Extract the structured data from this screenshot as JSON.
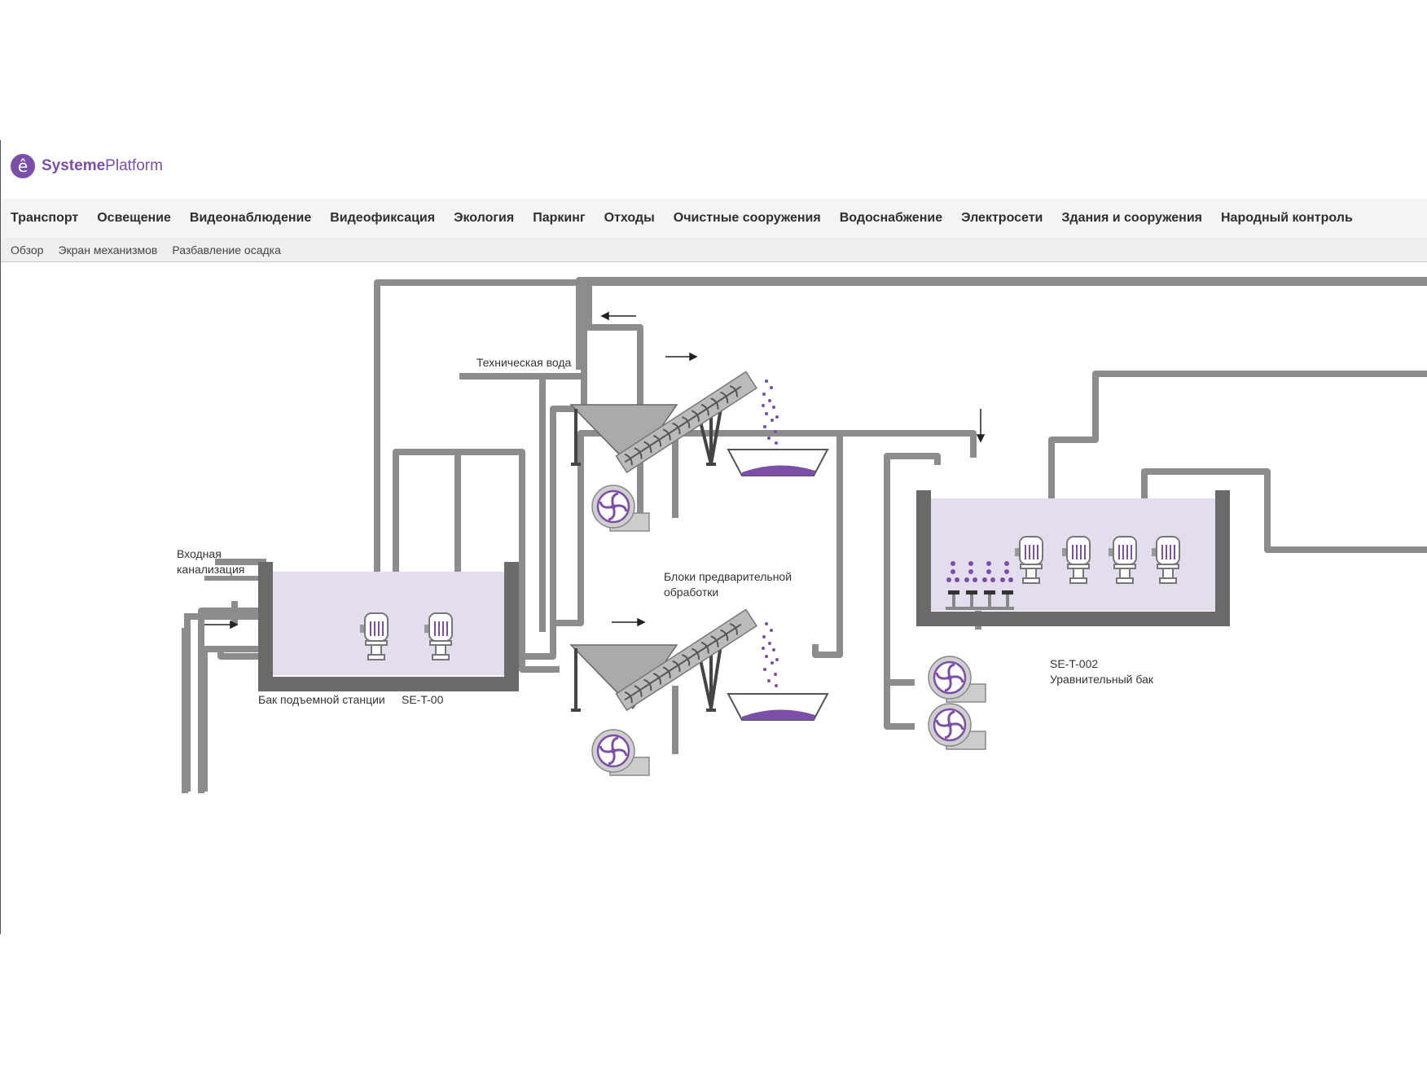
{
  "brand": {
    "logo_part1": "Systeme",
    "logo_part2": "Platform"
  },
  "nav_main": [
    "Транспорт",
    "Освещение",
    "Видеонаблюдение",
    "Видеофиксация",
    "Экология",
    "Паркинг",
    "Отходы",
    "Очистные сооружения",
    "Водоснабжение",
    "Электросети",
    "Здания и сооружения",
    "Народный контроль"
  ],
  "nav_sub": [
    "Обзор",
    "Экран механизмов",
    "Разбавление осадка"
  ],
  "scheme": {
    "inlet_label_line1": "Входная",
    "inlet_label_line2": "канализация",
    "tank1_label": "Бак подъемной станции",
    "tank1_id": "SE-T-00",
    "tech_water_label": "Техническая вода",
    "pretreat_label_line1": "Блоки предварительной",
    "pretreat_label_line2": "обработки",
    "tank2_id": "SE-T-002",
    "tank2_label": "Уравнительный бак"
  },
  "colors": {
    "accent": "#7b4ea8",
    "liquid": "#e4ddee",
    "tank_wall": "#6a6a6a",
    "pipe": "#8c8c8c",
    "machine": "#a9a9a9"
  }
}
